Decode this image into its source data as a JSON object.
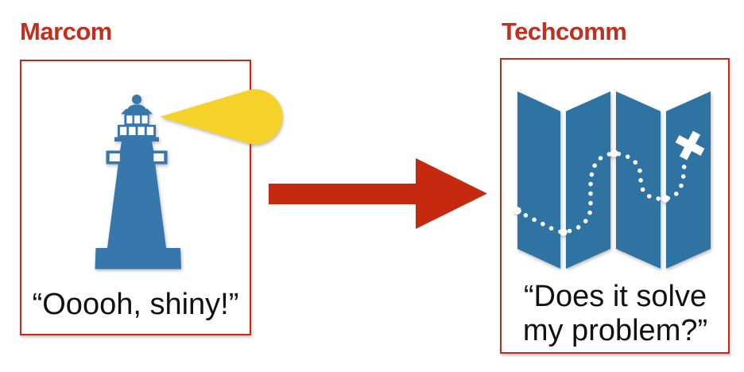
{
  "diagram": {
    "left_panel": {
      "title": "Marcom",
      "quote": "“Ooooh, shiny!”",
      "icon": "lighthouse with light beam"
    },
    "right_panel": {
      "title": "Techcomm",
      "quote": "“Does it solve my problem?”",
      "icon": "folded treasure map with dotted trail to an X"
    },
    "arrow": {
      "direction": "right",
      "meaning": "from Marcom to Techcomm"
    }
  },
  "colors": {
    "title_red": "#C42E1C",
    "border_red": "#C22B18",
    "arrow_red": "#C52A10",
    "lighthouse_blue": "#3877AB",
    "map_blue": "#2F73A3",
    "beam_yellow": "#F4D229",
    "dot_white": "#FFFFFF",
    "text_black": "#111111"
  }
}
